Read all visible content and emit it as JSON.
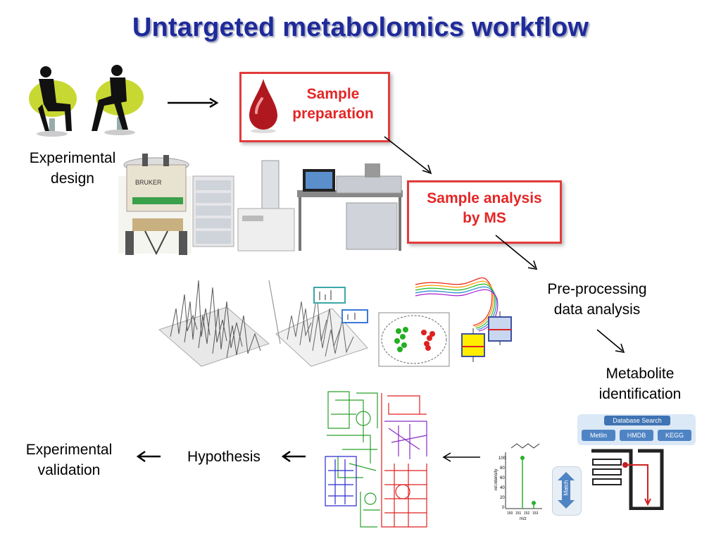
{
  "title": "Untargeted metabolomics workflow",
  "steps": {
    "experimental_design": [
      "Experimental",
      "design"
    ],
    "sample_preparation": [
      "Sample",
      "preparation"
    ],
    "sample_analysis": [
      "Sample analysis",
      "by MS"
    ],
    "preprocessing": [
      "Pre-processing",
      "data analysis"
    ],
    "metabolite_identification": [
      "Metabolite",
      "identification"
    ],
    "hypothesis": "Hypothesis",
    "experimental_validation": [
      "Experimental",
      "validation"
    ]
  },
  "database_panel": {
    "header": "Database Search",
    "databases": [
      "Metlin",
      "HMDB",
      "KEGG"
    ],
    "match_label": "Match"
  },
  "spectrum_axis": {
    "ylabel": "rel.intensity",
    "xlabel": "m/z",
    "yticks": [
      "100",
      "80",
      "60",
      "40",
      "20",
      "0"
    ],
    "xticks": [
      "150",
      "151",
      "152",
      "153"
    ]
  },
  "colors": {
    "title": "#1f2a9a",
    "highlight_box": "#e23b3b",
    "highlight_text": "#e32626"
  }
}
